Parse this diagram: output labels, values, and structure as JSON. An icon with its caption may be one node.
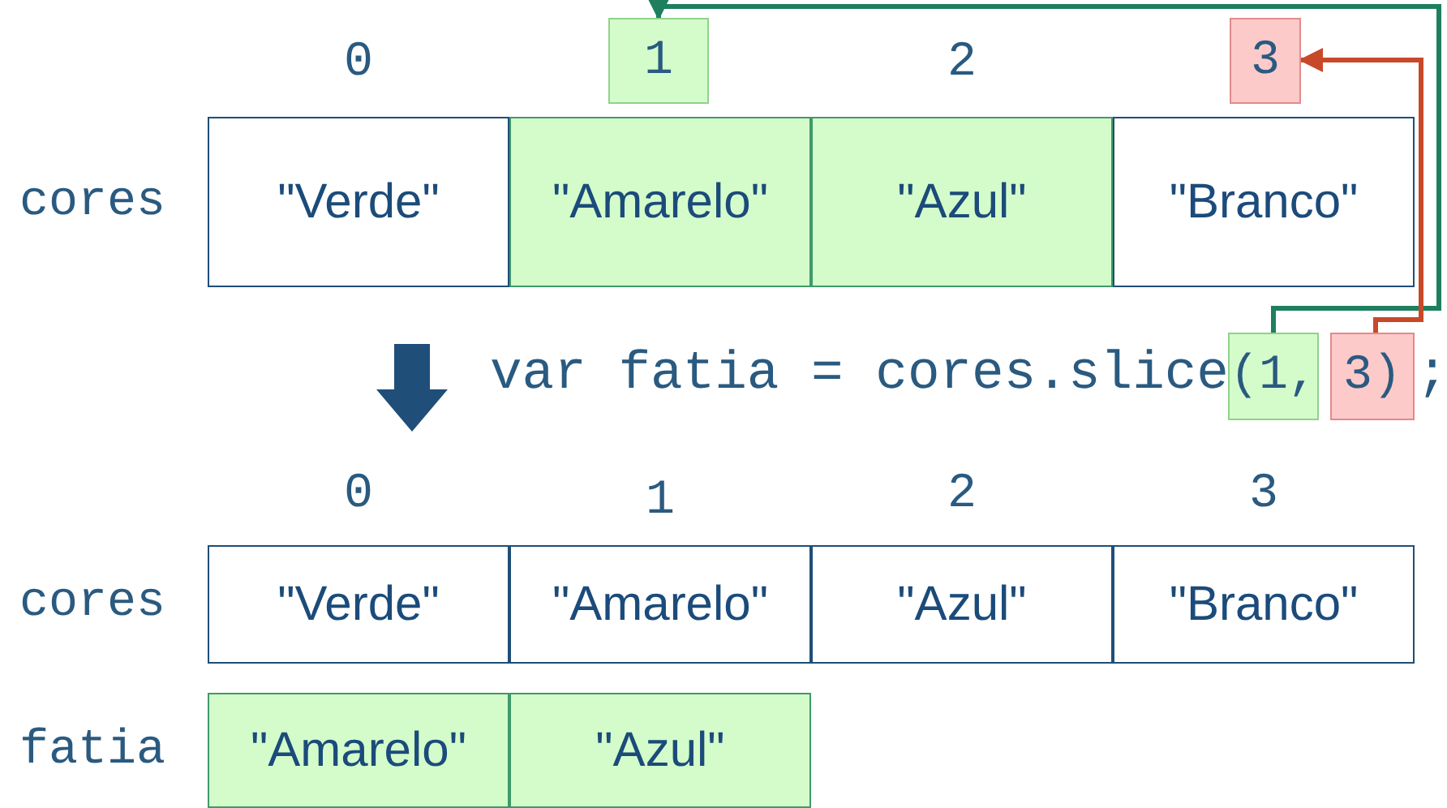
{
  "diagram": {
    "nodes": [
      {
        "text": [
          "1"
        ]
      },
      {
        "text": [
          "3"
        ]
      },
      {
        "text": [
          "\"Verde\""
        ]
      },
      {
        "text": [
          "\"Amarelo\""
        ]
      },
      {
        "text": [
          "\"Azul\""
        ]
      },
      {
        "text": [
          "\"Branco\""
        ]
      },
      {
        "text": [
          "(1,"
        ]
      },
      {
        "text": [
          "3)"
        ]
      },
      {
        "text": [
          "\"Verde\""
        ]
      },
      {
        "text": [
          "\"Amarelo\""
        ]
      },
      {
        "text": [
          "\"Azul\""
        ]
      },
      {
        "text": [
          "\"Branco\""
        ]
      },
      {
        "text": [
          "\"Amarelo\""
        ]
      },
      {
        "text": [
          "\"Azul\""
        ]
      }
    ],
    "edges": [
      {
        "from": 6,
        "to": 0,
        "arrow": "to",
        "color": "#1e7f5f"
      },
      {
        "from": 7,
        "to": 1,
        "arrow": "to",
        "color": "#c8492a"
      }
    ],
    "labels": [
      "0",
      "2",
      "cores",
      "var fatia = cores.slice",
      ";",
      "0",
      "1",
      "2",
      "3",
      "cores",
      "fatia"
    ]
  }
}
